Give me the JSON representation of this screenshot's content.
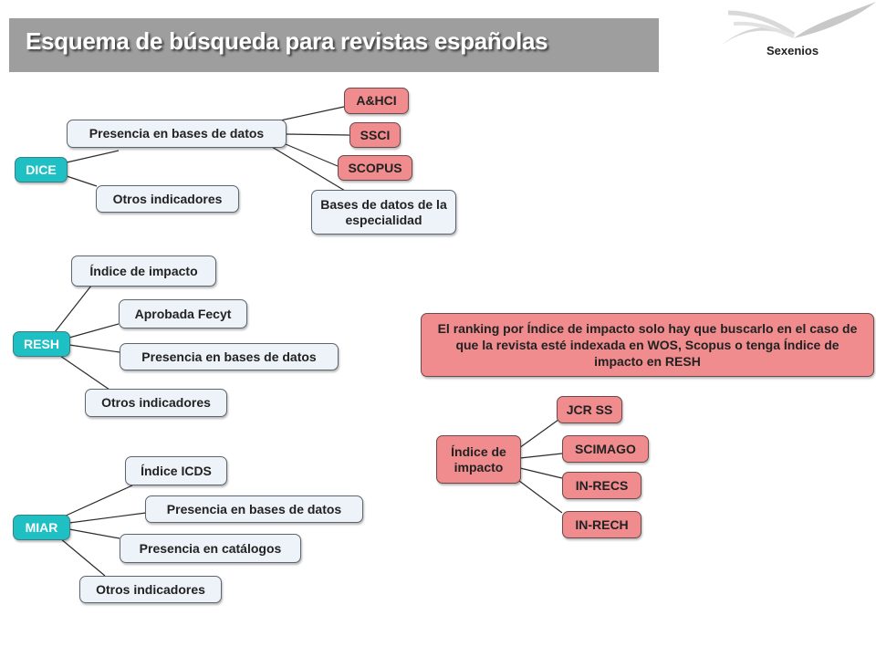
{
  "header": {
    "title": "Esquema de búsqueda para revistas españolas"
  },
  "logo": {
    "label": "Sexenios",
    "icon": "open-book-icon"
  },
  "dice": {
    "root": "DICE",
    "presencia": "Presencia en bases de datos",
    "otros": "Otros indicadores",
    "ahci": "A&HCI",
    "ssci": "SSCI",
    "scopus": "SCOPUS",
    "especialidad": "Bases de datos de la especialidad"
  },
  "resh": {
    "root": "RESH",
    "impacto": "Índice de impacto",
    "fecyt": "Aprobada Fecyt",
    "presencia": "Presencia en bases de datos",
    "otros": "Otros indicadores"
  },
  "miar": {
    "root": "MIAR",
    "icds": "Índice ICDS",
    "presencia": "Presencia en bases de datos",
    "catalogos": "Presencia en catálogos",
    "otros": "Otros indicadores"
  },
  "note": "El ranking por Índice de impacto solo hay que buscarlo en el caso de que la revista esté indexada en WOS, Scopus o tenga Índice de impacto en RESH",
  "impacto": {
    "root": "Índice de impacto",
    "jcr": "JCR SS",
    "scimago": "SCIMAGO",
    "inrecs": "IN-RECS",
    "inrech": "IN-RECH"
  },
  "colors": {
    "teal": "#1fc0c4",
    "red": "#f08c8e",
    "light": "#edf3f8",
    "title_bar": "#9e9e9e"
  }
}
